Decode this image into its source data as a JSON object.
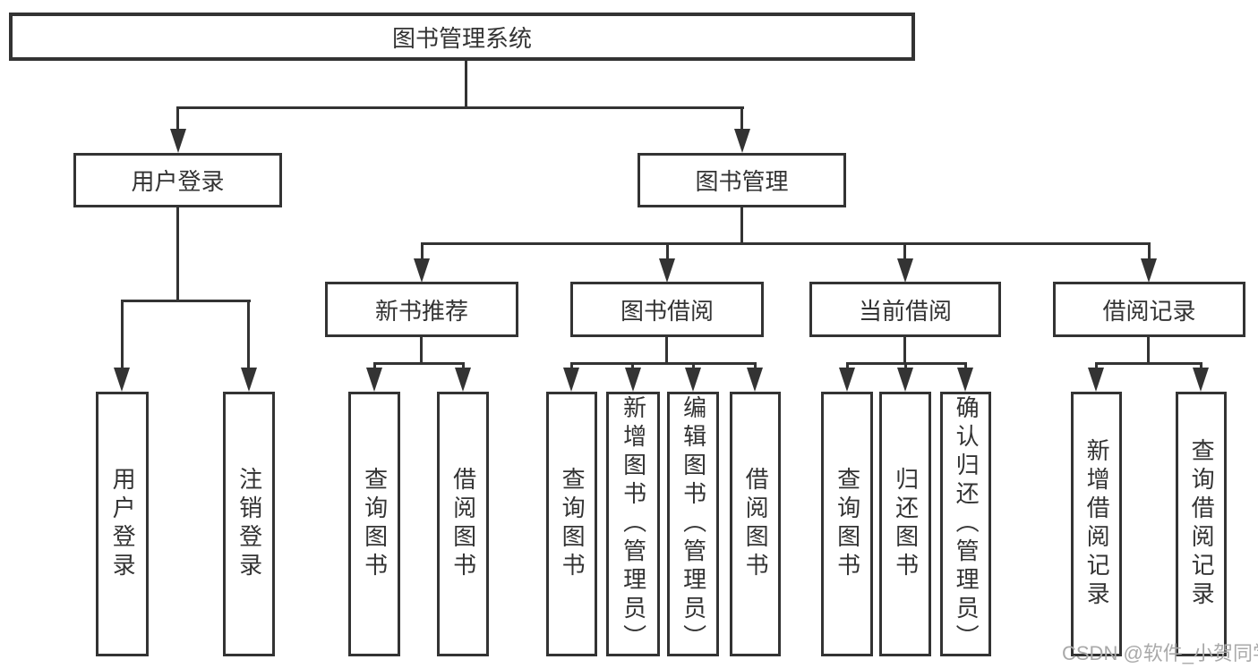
{
  "diagram_type": "hierarchy-tree",
  "tree": {
    "label": "图书管理系统",
    "children": [
      {
        "label": "用户登录",
        "children": [
          {
            "label": "用户登录"
          },
          {
            "label": "注销登录"
          }
        ]
      },
      {
        "label": "图书管理",
        "children": [
          {
            "label": "新书推荐",
            "children": [
              {
                "label": "查询图书"
              },
              {
                "label": "借阅图书"
              }
            ]
          },
          {
            "label": "图书借阅",
            "children": [
              {
                "label": "查询图书"
              },
              {
                "label": "新增图书（管理员）"
              },
              {
                "label": "编辑图书（管理员）"
              },
              {
                "label": "借阅图书"
              }
            ]
          },
          {
            "label": "当前借阅",
            "children": [
              {
                "label": "查询图书"
              },
              {
                "label": "归还图书"
              },
              {
                "label": "确认归还（管理员）"
              }
            ]
          },
          {
            "label": "借阅记录",
            "children": [
              {
                "label": "新增借阅记录"
              },
              {
                "label": "查询借阅记录"
              }
            ]
          }
        ]
      }
    ]
  },
  "watermark": "CSDN @软件_小贺同学",
  "colors": {
    "line": "#333333",
    "text": "#333333",
    "watermark": "#a9a9a9",
    "background": "#ffffff"
  }
}
